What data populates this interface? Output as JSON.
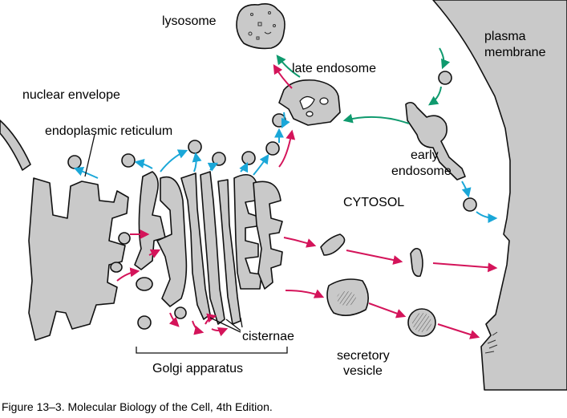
{
  "labels": {
    "lysosome": "lysosome",
    "late_endosome": "late endosome",
    "plasma_membrane_1": "plasma",
    "plasma_membrane_2": "membrane",
    "nuclear_envelope": "nuclear envelope",
    "endoplasmic_reticulum": "endoplasmic reticulum",
    "early_endosome_1": "early",
    "early_endosome_2": "endosome",
    "cytosol": "CYTOSOL",
    "cisternae": "cisternae",
    "secretory_vesicle_1": "secretory",
    "secretory_vesicle_2": "vesicle",
    "golgi_apparatus": "Golgi apparatus"
  },
  "caption": "Figure 13–3. Molecular Biology of the Cell, 4th Edition.",
  "colors": {
    "organelle_fill": "#c9c9c9",
    "biosynthetic_arrow": "#d4145a",
    "retrieval_arrow": "#1aa7d8",
    "endocytic_arrow": "#0f9a6e"
  }
}
